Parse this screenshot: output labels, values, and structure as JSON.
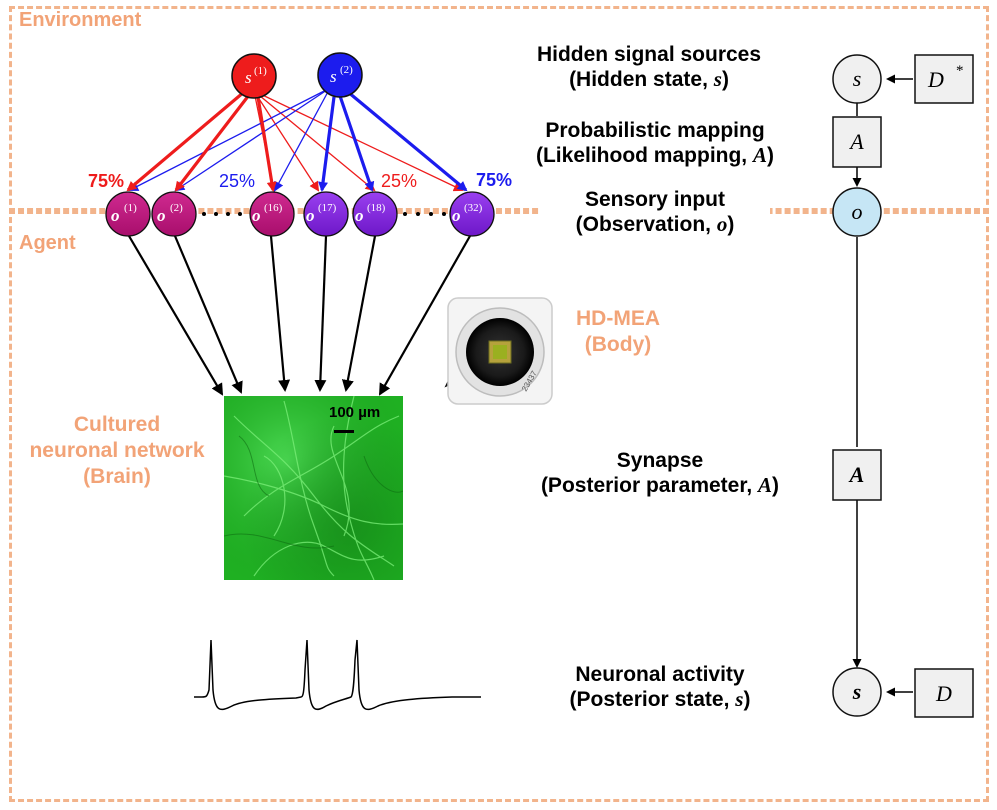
{
  "regions": {
    "environment": "Environment",
    "agent": "Agent"
  },
  "sources": [
    {
      "base": "s",
      "sup": "(1)",
      "color": "#ee1c1c"
    },
    {
      "base": "s",
      "sup": "(2)",
      "color": "#1c1cee"
    }
  ],
  "observations": [
    {
      "base": "o",
      "sup": "(1)"
    },
    {
      "base": "o",
      "sup": "(2)"
    },
    {
      "base": "o",
      "sup": "(16)"
    },
    {
      "base": "o",
      "sup": "(17)"
    },
    {
      "base": "o",
      "sup": "(18)"
    },
    {
      "base": "o",
      "sup": "(32)"
    }
  ],
  "percentages": {
    "left_strong": "75%",
    "left_weak": "25%",
    "right_weak": "25%",
    "right_strong": "75%"
  },
  "labels": {
    "hidden_line1": "Hidden signal sources",
    "hidden_line2": "(Hidden state, ",
    "hidden_var": "s",
    "prob_line1": "Probabilistic mapping",
    "prob_line2": "(Likelihood mapping, ",
    "prob_var": "A",
    "sensory_line1": "Sensory input",
    "sensory_line2": "(Observation, ",
    "sensory_var": "o",
    "synapse_line1": "Synapse",
    "synapse_line2": "(Posterior parameter, ",
    "synapse_var": "A",
    "neuronal_line1": "Neuronal activity",
    "neuronal_line2": "(Posterior state, ",
    "neuronal_var": "s",
    "close_paren": ")"
  },
  "body_labels": {
    "hdmea_line1": "HD-MEA",
    "hdmea_line2": "(Body)",
    "brain_line1": "Cultured",
    "brain_line2": "neuronal network",
    "brain_line3": "(Brain)",
    "scale_bar": "100 µm",
    "chip_serial": "23437"
  },
  "graph_nodes": {
    "hidden_state": "s",
    "prior_hidden": "D",
    "prior_hidden_sup": "*",
    "likelihood": "A",
    "observation": "o",
    "posterior_param": "A",
    "posterior_state": "s",
    "prior_posterior": "D"
  },
  "colors": {
    "red": "#ee1c1c",
    "blue": "#1c1cee",
    "salmon": "#f2a377",
    "magenta": "#c0147f",
    "purple": "#8a2be2",
    "obs_fill": "#c6e6f5",
    "green": "#22b422"
  }
}
